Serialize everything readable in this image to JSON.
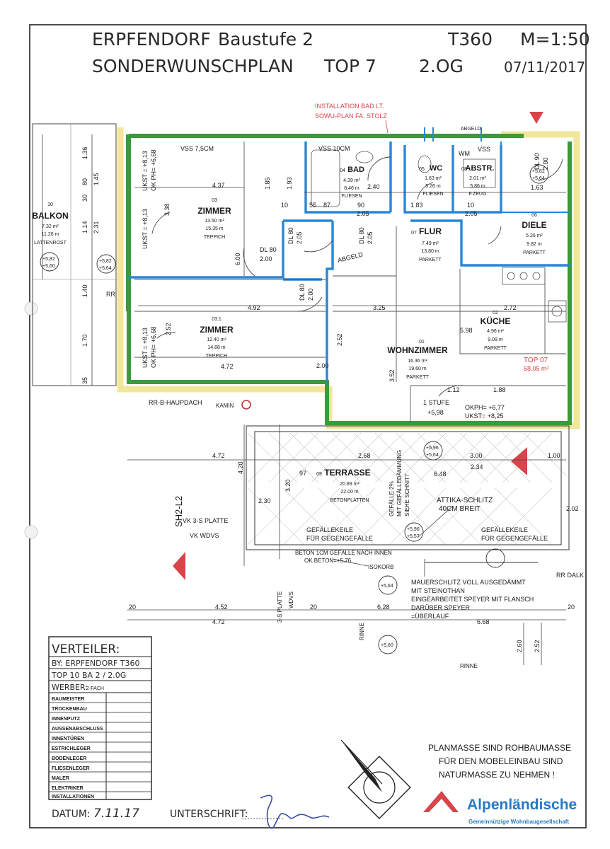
{
  "header": {
    "project": "ERPFENDORF",
    "stage": "Baustufe 2",
    "code": "T360",
    "scale": "M=1:50",
    "plan_type": "SONDERWUNSCHPLAN",
    "unit": "TOP 7",
    "floor": "2.OG",
    "date": "07/11/2017"
  },
  "annotations": {
    "installation_1": "INSTALLATION BAD LT.",
    "installation_2": "SOWU-PLAN FA. STOLZ",
    "abgeld": "ABGELD.",
    "rr_hauptdach": "RR-B-HAUPDACH",
    "kamin": "KAMIN",
    "sh2l2": "SH2-L2",
    "vk_3s": "VK 3-S PLATTE",
    "vk_wdvs": "VK WDVS",
    "three_s_platte": "3-S PLATTE",
    "wdvs": "WDVS",
    "attika": "ATTIKA-SCHLITZ",
    "attika_width": "40CM BREIT",
    "gefaellekeile_1": "GEFÄLLEKEILE",
    "gegengefaelle_1": "FÜR GEGENGEFÄLLE",
    "gefaellekeile_2": "GEFÄLLEKEILE",
    "gegengefaelle_2": "FÜR GEGENGEFÄLLE",
    "beton_1": "BETON 1CM GEFÄLLE NACH INNEN",
    "beton_2": "OK BETON=+5,76",
    "isokorb": "ISOKORB",
    "gefaelle_2": "GEFÄLLE 2%",
    "gefaelle_daemmung": "MIT GEFÄLLEDÄMMUNG",
    "siehe_schnitt": "SIEHE SCHNITT",
    "mauer_1": "MAUERSCHLITZ VOLL AUSGEDÄMMT",
    "mauer_2": "MIT STEINOTHAN",
    "mauer_3": "EINGEARBEITET SPEYER MIT FLANSCH",
    "mauer_4": "DARÜBER SPEYER",
    "mauer_5": "=ÜBERLAUF",
    "rinne_1": "RINNE",
    "rinne_2": "RINNE",
    "rr_dalk": "RR DALK",
    "vss_1": "VSS 7,5CM",
    "vss_2": "VSS 10CM",
    "vss_3": "VSS",
    "ukst_1": "UKST = +8,13",
    "okph_1": "OK PH= +6,68",
    "ukst_2": "UKST = +8,13",
    "ukst_3": "UKST = +8,13",
    "okph_3": "OK PH= +6,68",
    "stufe": "1 STUFE",
    "stufe_level": "+5,98",
    "okph_4": "OKPH= +6,77",
    "ukst_4": "UKST= +8,25",
    "lv_1": "+5,82",
    "lv_2": "+5,60",
    "lv_3": "+5,82",
    "lv_4": "+5,64",
    "lv_5": "+5,96",
    "lv_6": "+5,64",
    "lv_7": "+5,96",
    "lv_8": "+5,57",
    "lv_9": "+5,64",
    "lv_10": "+5,60",
    "lv_11": "+5,82",
    "lv_12": "+5,64",
    "top_label": "TOP 07",
    "top_area": "68.05 m²"
  },
  "rooms": [
    {
      "no": "10",
      "name": "BALKON",
      "area": "7.32 m²",
      "perim": "11.26 m",
      "floor": "LATTENROST"
    },
    {
      "no": "03",
      "name": "ZIMMER",
      "area": "13.50 m²",
      "perim": "15.35 m",
      "floor": "TEPPICH"
    },
    {
      "no": "03.1",
      "name": "ZIMMER",
      "area": "12.40 m²",
      "perim": "14.88 m",
      "floor": "TEPPICH"
    },
    {
      "no": "04",
      "name": "BAD",
      "area": "4.39 m²",
      "perim": "8.46 m",
      "floor": "FLIESEN"
    },
    {
      "no": "05",
      "name": "WC",
      "area": "1.63 m²",
      "perim": "5.26 m",
      "floor": "FLIESEN"
    },
    {
      "no": "08",
      "name": "ABSTR.",
      "area": "2.01 m²",
      "perim": "5.86 m",
      "floor": "F.ZEUG"
    },
    {
      "no": "07",
      "name": "FLUR",
      "area": "7.49 m²",
      "perim": "13.80 m",
      "floor": "PARKETT"
    },
    {
      "no": "06",
      "name": "DIELE",
      "area": "5.26 m²",
      "perim": "9.82 m",
      "floor": "PARKETT"
    },
    {
      "no": "02",
      "name": "KÜCHE",
      "area": "4.96 m²",
      "perim": "9.09 m",
      "floor": "PARKETT"
    },
    {
      "no": "01",
      "name": "WOHNZIMMER",
      "area": "16.36 m²",
      "perim": "19.60 m",
      "floor": "PARKETT"
    },
    {
      "no": "09",
      "name": "TERRASSE",
      "area": "20.89 m²",
      "perim": "22.00 m",
      "floor": "BETONPLATTEN"
    }
  ],
  "dims": {
    "d_4_37": "4.37",
    "d_1_85": "1.85",
    "d_1_93": "1.93",
    "d_3_38": "3.38",
    "d_6_00": "6.00",
    "d_4_92": "4.92",
    "d_3_25": "3.25",
    "d_2_72": "2.72",
    "d_5_98": "5.98",
    "d_2_52a": "2.52",
    "d_4_72a": "4.72",
    "d_2_52b": "2.52",
    "d_3_52": "3.52",
    "d_1_12": "1.12",
    "d_1_88": "1.88",
    "d_4_72b": "4.72",
    "d_2_68": "2.68",
    "d_3_00": "3.00",
    "d_1_00": "1.00",
    "d_6_48": "6.48",
    "d_4_20": "4.20",
    "d_3_20": "3.20",
    "d_4_52": "4.52",
    "d_6_28": "6.28",
    "d_4_72c": "4.72",
    "d_6_68": "6.68",
    "d_2_60": "2.60",
    "d_2_52c": "2.52",
    "d_2_40": "2.40",
    "d_87": "87",
    "d_90": "90",
    "d_2_05a": "2.05",
    "d_1_83": "1.83",
    "d_2_05b": "2.05",
    "d_1_63": "1.63",
    "d_2_00": "2.00",
    "d_1_36": "1.36",
    "d_80": "80",
    "d_1_45": "1.45",
    "d_30": "30",
    "d_1_14": "1.14",
    "d_2_31": "2.31",
    "d_1_40": "1.40",
    "d_1_70": "1.70",
    "d_35": "35",
    "d_97": "97",
    "d_2_34": "2.34",
    "d_2_02": "2.02",
    "d_2_30": "2.30",
    "d_20a": "20",
    "d_20b": "20",
    "d_20c": "20",
    "dl_1": "DL 80",
    "dl_1h": "2.00",
    "dl_2": "DL 80",
    "dl_2h": "2.05",
    "dl_3": "DL 80",
    "dl_3h": "2.00",
    "dl_4": "DL 80",
    "dl_4h": "2.05",
    "dl_5": "DL 90",
    "dl_5h": "2.00",
    "abgeld2": "ABGELD",
    "wm": "WM",
    "rr": "RR",
    "d_55": "55",
    "d_10a": "10",
    "d_10b": "10"
  },
  "distribution": {
    "title": "VERTEILER:",
    "by": "BY:  ERPFENDORF  T360",
    "top": "TOP 10  BA 2 / 2.0G",
    "werber_label": "WERBER:",
    "werber_value": "2-FACH",
    "rows": [
      "BAUMEISTER",
      "TROCKENBAU",
      "INNENPUTZ",
      "AUSSENABSCHLUSS",
      "INNENTÜREN",
      "ESTRICHLEGER",
      "BODENLEGER",
      "FLIESENLEGER",
      "MALER",
      "ELEKTRIKER",
      "INSTALLATIONEN"
    ]
  },
  "footer": {
    "datum_label": "DATUM:",
    "datum_value": "7.11.17",
    "unterschrift_label": "UNTERSCHRIFT:",
    "note_1": "PLANMASSE SIND ROHBAUMASSE",
    "note_2": "FÜR DEN MOBELEINBAU SIND",
    "note_3": "NATURMASSE ZU NEHMEN  !",
    "brand_name": "Alpenländische",
    "brand_sub": "Gemeinnützige Wohnbaugesellschaft"
  },
  "colors": {
    "wall_green": "#3a9a3e",
    "wall_blue": "#2b86d6",
    "insulation_yellow": "#f0e79a",
    "accent_red": "#d9434a",
    "brand_blue": "#2479c9"
  }
}
